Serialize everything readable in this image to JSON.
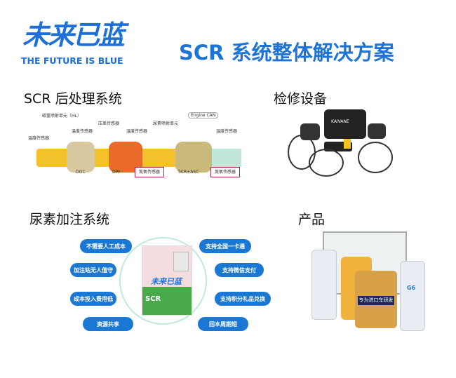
{
  "logo": {
    "name": "未来已蓝",
    "tagline": "THE FUTURE IS BLUE"
  },
  "title": "SCR 系统整体解决方案",
  "sections": {
    "scr": "SCR 后处理系统",
    "maintenance": "检修设备",
    "urea": "尿素加注系统",
    "products": "产品"
  },
  "diagram": {
    "labels": [
      "温度传感器",
      "碳氢喷射单元（HL）",
      "温度传感器",
      "压差传感器",
      "温度传感器",
      "尿素喷射单元",
      "Engine CAN",
      "温度传感器"
    ],
    "units": [
      "DOC",
      "DPF",
      "SCR+ASC"
    ],
    "nox": [
      "氮氧传感器",
      "氮氧传感器"
    ]
  },
  "urea_features": {
    "left": [
      "不需要人工成本",
      "加注站无人值守",
      "成本投入费用低",
      "资源共享"
    ],
    "right": [
      "支持全国一卡通",
      "支持微信支付",
      "支持积分礼品兑换",
      "回本周期短"
    ]
  },
  "machine": {
    "brand": "未来已蓝",
    "label": "SCR"
  },
  "equipment": {
    "brand": "KAIVANE"
  },
  "product": {
    "label": "专为进口车研发",
    "tag": "G6"
  }
}
